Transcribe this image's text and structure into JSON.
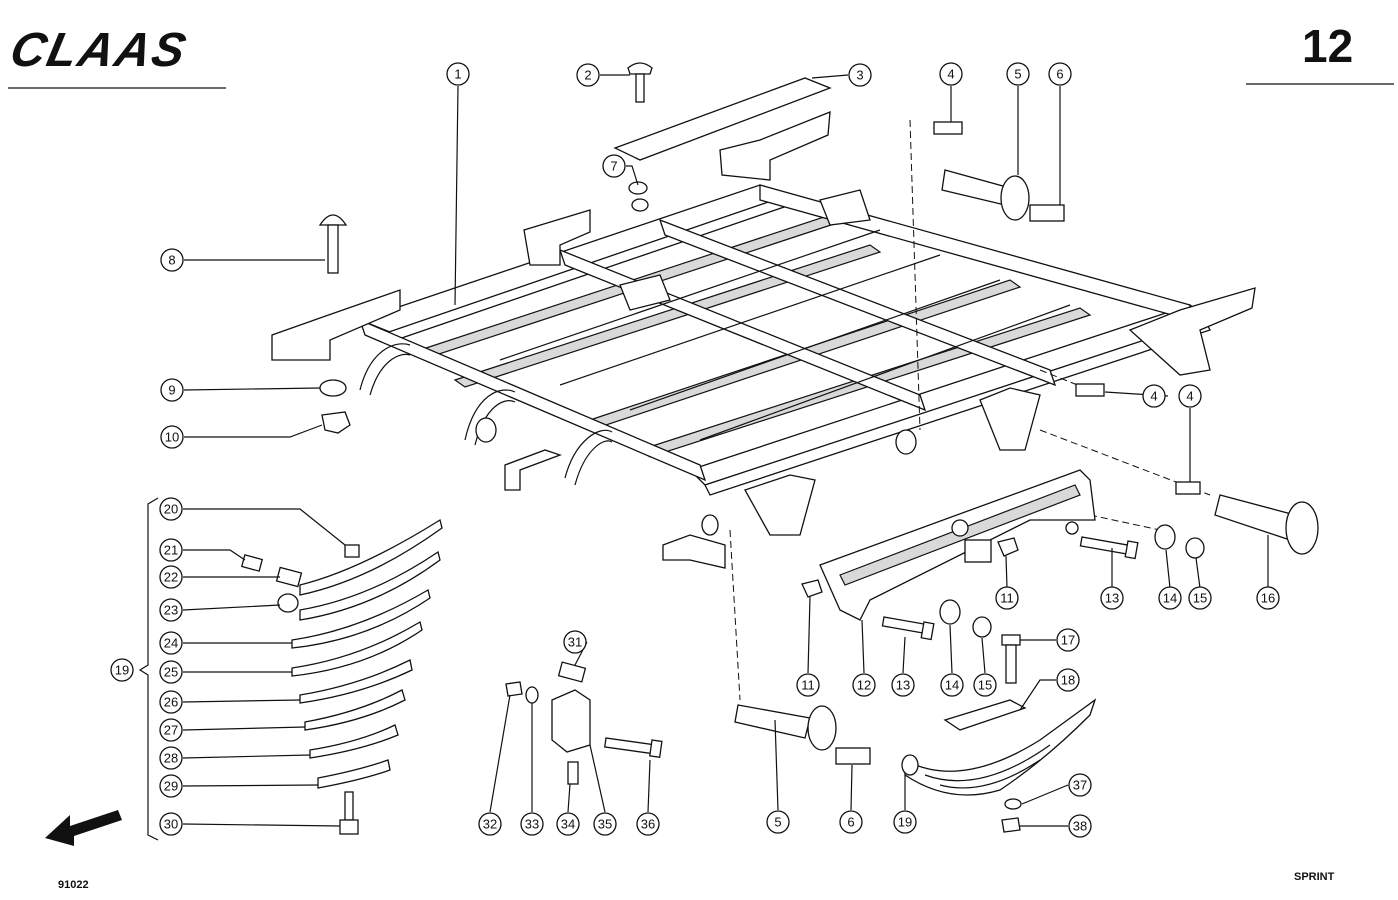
{
  "header": {
    "brand": "CLAAS",
    "page_number": "12"
  },
  "footer": {
    "drawing_code": "91022",
    "model": "SPRINT"
  },
  "callouts": {
    "c1": "1",
    "c2": "2",
    "c3": "3",
    "c4a": "4",
    "c4b": "4",
    "c4c": "4",
    "c5a": "5",
    "c5b": "5",
    "c6a": "6",
    "c6b": "6",
    "c7": "7",
    "c8": "8",
    "c9": "9",
    "c10": "10",
    "c11a": "11",
    "c11b": "11",
    "c12": "12",
    "c13a": "13",
    "c13b": "13",
    "c14a": "14",
    "c14b": "14",
    "c15a": "15",
    "c15b": "15",
    "c16": "16",
    "c17": "17",
    "c18": "18",
    "c19a": "19",
    "c19b": "19",
    "c20": "20",
    "c21": "21",
    "c22": "22",
    "c23": "23",
    "c24": "24",
    "c25": "25",
    "c26": "26",
    "c27": "27",
    "c28": "28",
    "c29": "29",
    "c30": "30",
    "c31": "31",
    "c32": "32",
    "c33": "33",
    "c34": "34",
    "c35": "35",
    "c36": "36",
    "c37": "37",
    "c38": "38"
  },
  "icons": {
    "direction": "arrow-icon"
  }
}
